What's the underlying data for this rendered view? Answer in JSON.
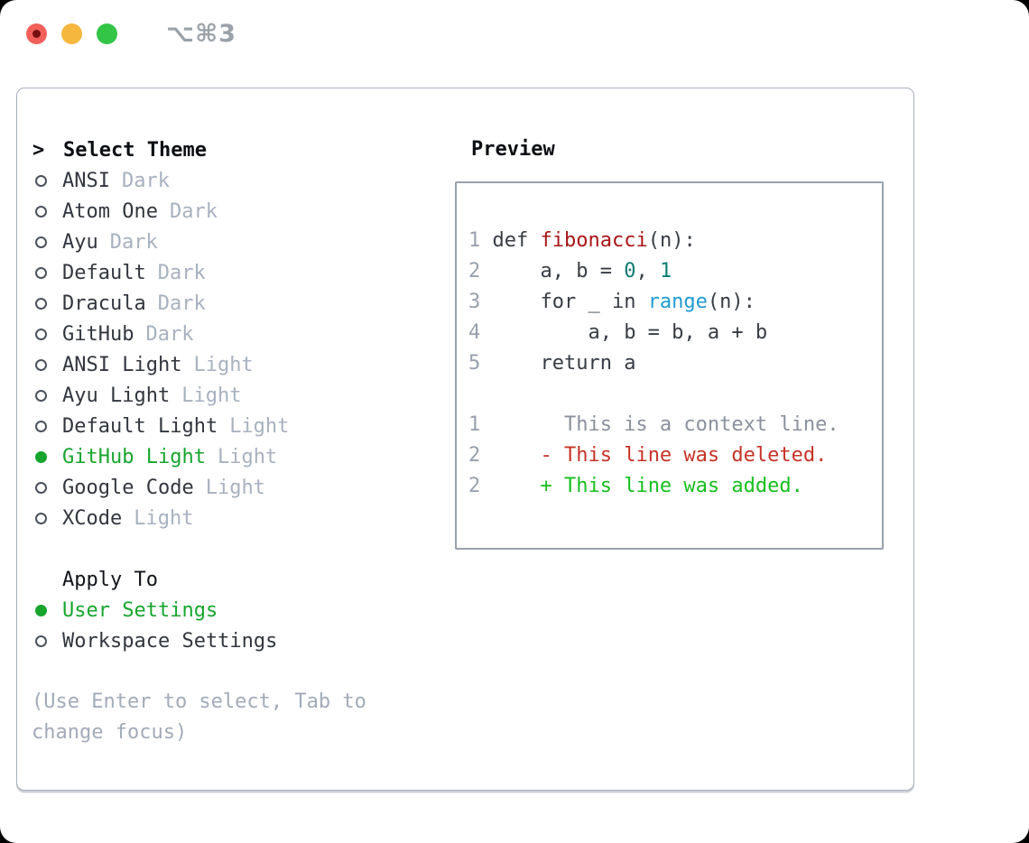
{
  "window": {
    "title": "⌥⌘3",
    "traffic_lights": [
      "close",
      "minimize",
      "zoom"
    ]
  },
  "colors": {
    "accent_green": "#18a52e",
    "added_green": "#16bf1f",
    "deleted_red": "#c63428",
    "function_red": "#a81616",
    "number_teal": "#0d7c73",
    "builtin_blue": "#1f9bd3",
    "muted_gray": "#a8b1bf",
    "text_dark": "#32363e"
  },
  "theme_picker": {
    "prompt": ">",
    "header": "Select Theme",
    "items": [
      {
        "name": "ANSI",
        "variant": "Dark",
        "selected": false
      },
      {
        "name": "Atom One",
        "variant": "Dark",
        "selected": false
      },
      {
        "name": "Ayu",
        "variant": "Dark",
        "selected": false
      },
      {
        "name": "Default",
        "variant": "Dark",
        "selected": false
      },
      {
        "name": "Dracula",
        "variant": "Dark",
        "selected": false
      },
      {
        "name": "GitHub",
        "variant": "Dark",
        "selected": false
      },
      {
        "name": "ANSI Light",
        "variant": "Light",
        "selected": false
      },
      {
        "name": "Ayu Light",
        "variant": "Light",
        "selected": false
      },
      {
        "name": "Default Light",
        "variant": "Light",
        "selected": false
      },
      {
        "name": "GitHub Light",
        "variant": "Light",
        "selected": true
      },
      {
        "name": "Google Code",
        "variant": "Light",
        "selected": false
      },
      {
        "name": "XCode",
        "variant": "Light",
        "selected": false
      }
    ]
  },
  "apply_to": {
    "header": "Apply To",
    "options": [
      {
        "name": "User Settings",
        "selected": true
      },
      {
        "name": "Workspace Settings",
        "selected": false
      }
    ]
  },
  "hint": "(Use Enter to select, Tab to change focus)",
  "preview": {
    "header": "Preview",
    "code_lines": [
      [
        {
          "t": "1",
          "c": "lineno"
        },
        {
          "t": " def ",
          "c": "code"
        },
        {
          "t": "fibonacci",
          "c": "function"
        },
        {
          "t": "(n):",
          "c": "code"
        }
      ],
      [
        {
          "t": "2",
          "c": "lineno"
        },
        {
          "t": "     a, b = ",
          "c": "code"
        },
        {
          "t": "0",
          "c": "number"
        },
        {
          "t": ", ",
          "c": "code"
        },
        {
          "t": "1",
          "c": "number"
        }
      ],
      [
        {
          "t": "3",
          "c": "lineno"
        },
        {
          "t": "     for _ in ",
          "c": "code"
        },
        {
          "t": "range",
          "c": "builtin"
        },
        {
          "t": "(n):",
          "c": "code"
        }
      ],
      [
        {
          "t": "4",
          "c": "lineno"
        },
        {
          "t": "         a, b = b, a + b",
          "c": "code"
        }
      ],
      [
        {
          "t": "5",
          "c": "lineno"
        },
        {
          "t": "     return a",
          "c": "code"
        }
      ]
    ],
    "diff_lines": [
      [
        {
          "t": "1",
          "c": "lineno"
        },
        {
          "t": "       This is a context line.",
          "c": "context"
        }
      ],
      [
        {
          "t": "2",
          "c": "lineno"
        },
        {
          "t": "     ",
          "c": "code"
        },
        {
          "t": "- This line was deleted.",
          "c": "deleted"
        }
      ],
      [
        {
          "t": "2",
          "c": "lineno"
        },
        {
          "t": "     ",
          "c": "code"
        },
        {
          "t": "+ This line was added.",
          "c": "added"
        }
      ]
    ]
  }
}
